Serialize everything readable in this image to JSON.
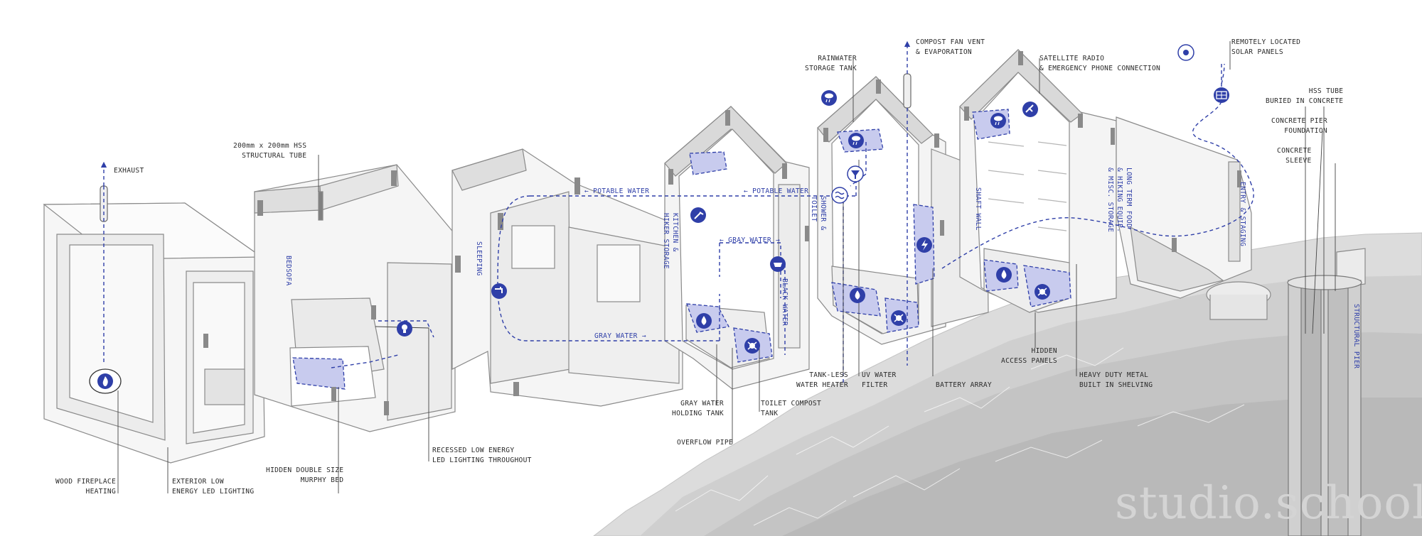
{
  "labels": {
    "exhaust": "EXHAUST",
    "hss_tube": [
      "200mm x 200mm HSS",
      "STRUCTURAL TUBE"
    ],
    "rainwater": [
      "RAINWATER",
      "STORAGE TANK"
    ],
    "compost_vent": [
      "COMPOST FAN VENT",
      "& EVAPORATION"
    ],
    "satellite": [
      "SATELLITE RADIO",
      "& EMERGENCY PHONE CONNECTION"
    ],
    "solar": [
      "REMOTELY LOCATED",
      "SOLAR PANELS"
    ],
    "hss_buried": [
      "HSS TUBE",
      "BURIED IN CONCRETE"
    ],
    "pier_foundation": [
      "CONCRETE PIER",
      "FOUNDATION"
    ],
    "sleeve": [
      "CONCRETE",
      "SLEEVE"
    ],
    "fireplace": [
      "WOOD FIREPLACE",
      "HEATING"
    ],
    "exterior_led": [
      "EXTERIOR LOW",
      "ENERGY LED LIGHTING"
    ],
    "murphy_bed": [
      "HIDDEN DOUBLE SIZE",
      "MURPHY BED"
    ],
    "recessed_led": [
      "RECESSED LOW ENERGY",
      "LED LIGHTING THROUGHOUT"
    ],
    "gray_tank": [
      "GRAY WATER",
      "HOLDING TANK"
    ],
    "overflow": "OVERFLOW PIPE",
    "compost_tank": [
      "TOILET COMPOST",
      "TANK"
    ],
    "water_heater": [
      "TANK-LESS",
      "WATER HEATER"
    ],
    "uv_filter": [
      "UV WATER",
      "FILTER"
    ],
    "battery": "BATTERY ARRAY",
    "access_panels": [
      "HIDDEN",
      "ACCESS PANELS"
    ],
    "shelving": [
      "HEAVY DUTY METAL",
      "BUILT IN SHELVING"
    ]
  },
  "flow": {
    "potable_1": "← POTABLE WATER",
    "potable_2": "← POTABLE WATER",
    "gray_1": "← GRAY WATER →",
    "gray_2": "GRAY WATER →",
    "black": "← BLACK WATER"
  },
  "zones": {
    "bedsofa": [
      "BEDSOFA"
    ],
    "sleeping": [
      "SLEEPING"
    ],
    "kitchen": [
      "KITCHEN &",
      "HIKER STORAGE"
    ],
    "shower": [
      "SHOWER &",
      "TOILET"
    ],
    "shaft": [
      "SHAFT WALL"
    ],
    "long_term": [
      "LONG TERM FOOD",
      "& HIKING EQUIP.",
      "& MISC. STORAGE"
    ],
    "entry": [
      "ENTRY & STAGING"
    ],
    "pier": [
      "STRUCTURAL PIER"
    ]
  },
  "watermark": "studio.school",
  "icons": [
    "fire-icon",
    "bulb-icon",
    "faucet-icon",
    "shower-icon",
    "water-drop-icon",
    "compost-bug-icon",
    "sink-icon",
    "rain-cloud-icon",
    "filter-funnel-icon",
    "heater-wave-icon",
    "lightning-icon",
    "satellite-icon",
    "solar-panel-icon",
    "sun-icon",
    "rain-cloud-icon",
    "water-drop-icon",
    "compost-bug-icon"
  ],
  "colors": {
    "accent": "#2f3fa8",
    "tank_fill": "#c8cbee",
    "line": "#8a8a8a",
    "terrain": "#d9d9d9"
  }
}
